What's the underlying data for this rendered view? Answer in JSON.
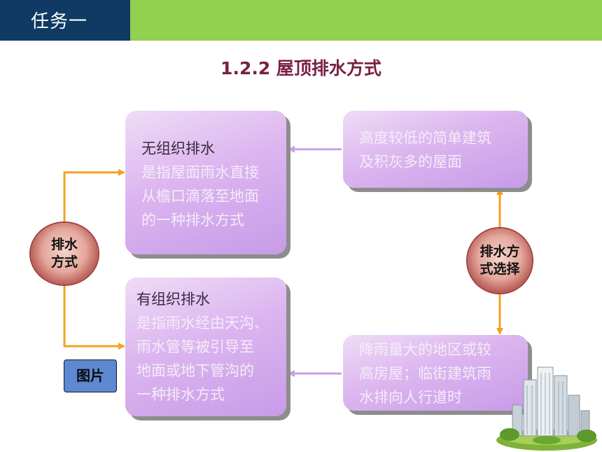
{
  "header": {
    "task": "任务一"
  },
  "title": "1.2.2 屋顶排水方式",
  "circles": {
    "left": {
      "line1": "排水",
      "line2": "方式"
    },
    "right": {
      "line1": "排水方",
      "line2": "式选择"
    }
  },
  "boxes": {
    "unorganized": {
      "heading": "无组织排水",
      "lines": [
        "是指屋面雨水直接",
        "从檐口滴落至地面",
        "的一种排水方式"
      ]
    },
    "organized": {
      "heading": "有组织排水",
      "lines": [
        "是指雨水经由天沟、",
        "雨水管等被引导至",
        "地面或地下管沟的",
        "一种排水方式"
      ]
    },
    "low_building": {
      "lines": [
        "高度较低的简单建筑",
        "及积灰多的屋面"
      ]
    },
    "high_rain": {
      "lines": [
        "降雨量大的地区或较",
        "高房屋；临街建筑雨",
        "水排向人行道时"
      ]
    }
  },
  "picture_button": "图片",
  "colors": {
    "header_dark": "#0e3a63",
    "header_green": "#92d050",
    "title": "#7a2045",
    "arrow_orange": "#f5a020",
    "arrow_purple": "#c9a0e8"
  }
}
